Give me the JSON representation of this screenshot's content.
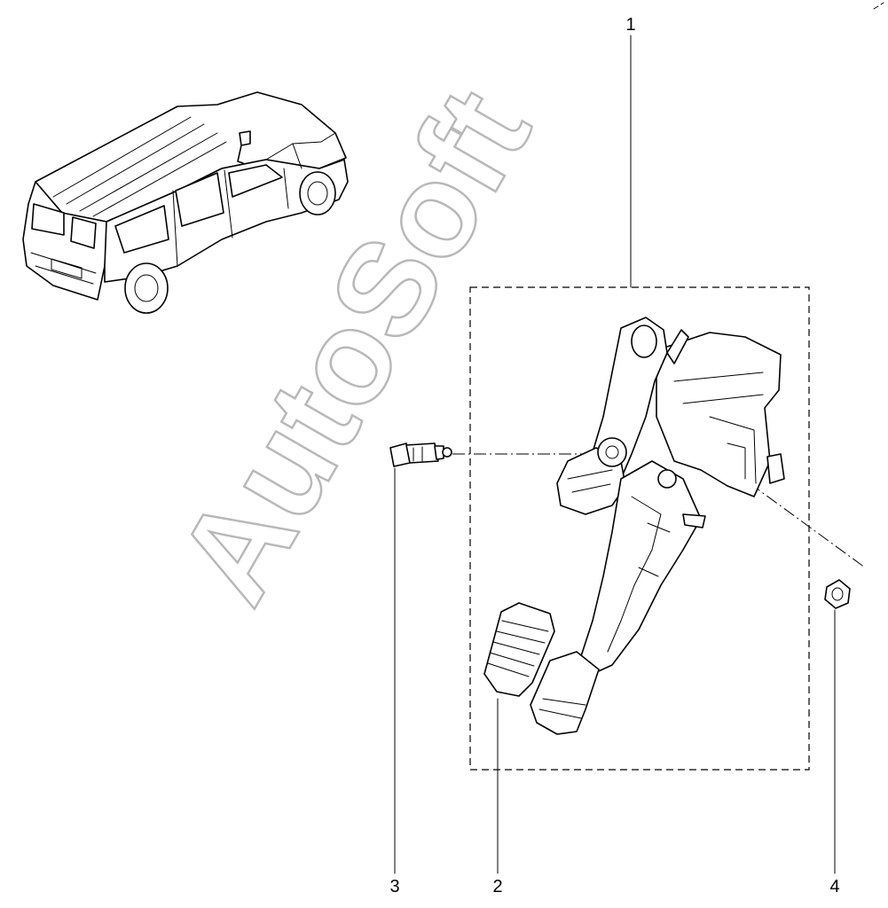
{
  "diagram": {
    "callouts": [
      {
        "id": "1",
        "label": "1"
      },
      {
        "id": "2",
        "label": "2"
      },
      {
        "id": "3",
        "label": "3"
      },
      {
        "id": "4",
        "label": "4"
      }
    ],
    "watermark": "AutoSoft"
  }
}
